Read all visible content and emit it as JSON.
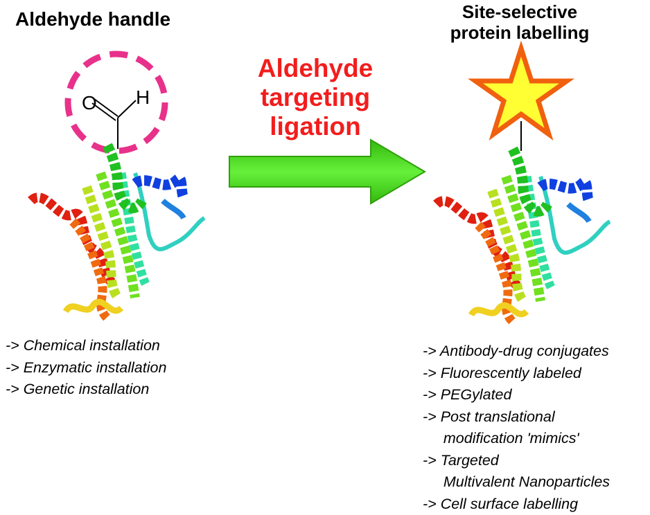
{
  "left": {
    "title": "Aldehyde handle",
    "molecule": {
      "oxygen": "O",
      "hydrogen": "H"
    },
    "items": [
      "-> Chemical installation",
      "-> Enzymatic installation",
      "-> Genetic installation"
    ]
  },
  "center": {
    "title_lines": [
      "Aldehyde",
      "targeting",
      "ligation"
    ],
    "title_color": "#f21d1d",
    "arrow_color": "#4fdc1e"
  },
  "right": {
    "title_lines": [
      "Site-selective",
      "protein labelling"
    ],
    "star_fill": "#ffff33",
    "star_stroke": "#f0600f",
    "items": [
      "-> Antibody-drug conjugates",
      "-> Fluorescently labeled",
      "-> PEGylated",
      "-> Post translational",
      "     modification 'mimics'",
      "-> Targeted",
      "     Multivalent Nanoparticles",
      "-> Cell surface labelling"
    ]
  },
  "highlight_circle_color": "#e8318a",
  "icons": [
    "aldehyde-structure",
    "protein-ribbon",
    "arrow-right",
    "star-label"
  ]
}
